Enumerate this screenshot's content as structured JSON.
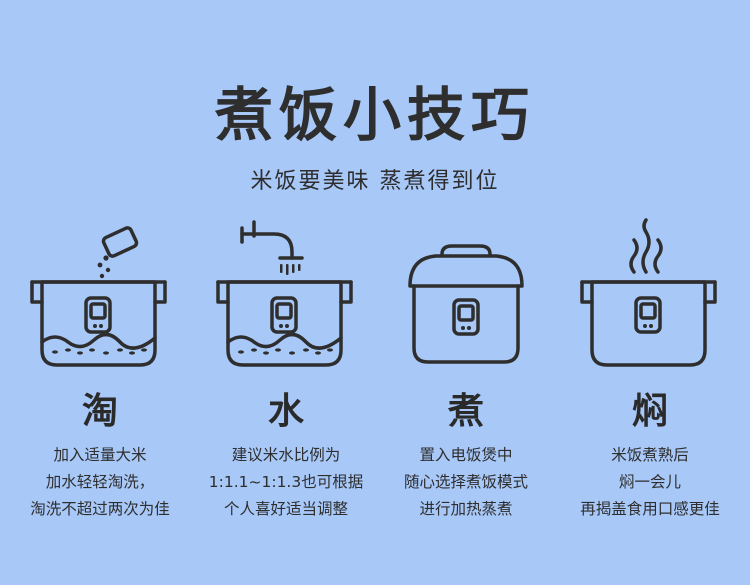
{
  "header": {
    "title": "煮饭小技巧",
    "subtitle": "米饭要美味 蒸煮得到位"
  },
  "steps": [
    {
      "name": "淘",
      "lines": [
        "加入适量大米",
        "加水轻轻淘洗，",
        "淘洗不超过两次为佳"
      ],
      "icon": "washing-rice-pot-icon"
    },
    {
      "name": "水",
      "lines": [
        "建议米水比例为",
        "1:1.1~1:1.3也可根据",
        "个人喜好适当调整"
      ],
      "icon": "faucet-water-pot-icon"
    },
    {
      "name": "煮",
      "lines": [
        "置入电饭煲中",
        "随心选择煮饭模式",
        "进行加热蒸煮"
      ],
      "icon": "rice-cooker-icon"
    },
    {
      "name": "焖",
      "lines": [
        "米饭煮熟后",
        "焖一会儿",
        "再揭盖食用口感更佳"
      ],
      "icon": "steaming-pot-icon"
    }
  ],
  "colors": {
    "background": "#a8c8f8",
    "ink": "#2e2e2e"
  }
}
